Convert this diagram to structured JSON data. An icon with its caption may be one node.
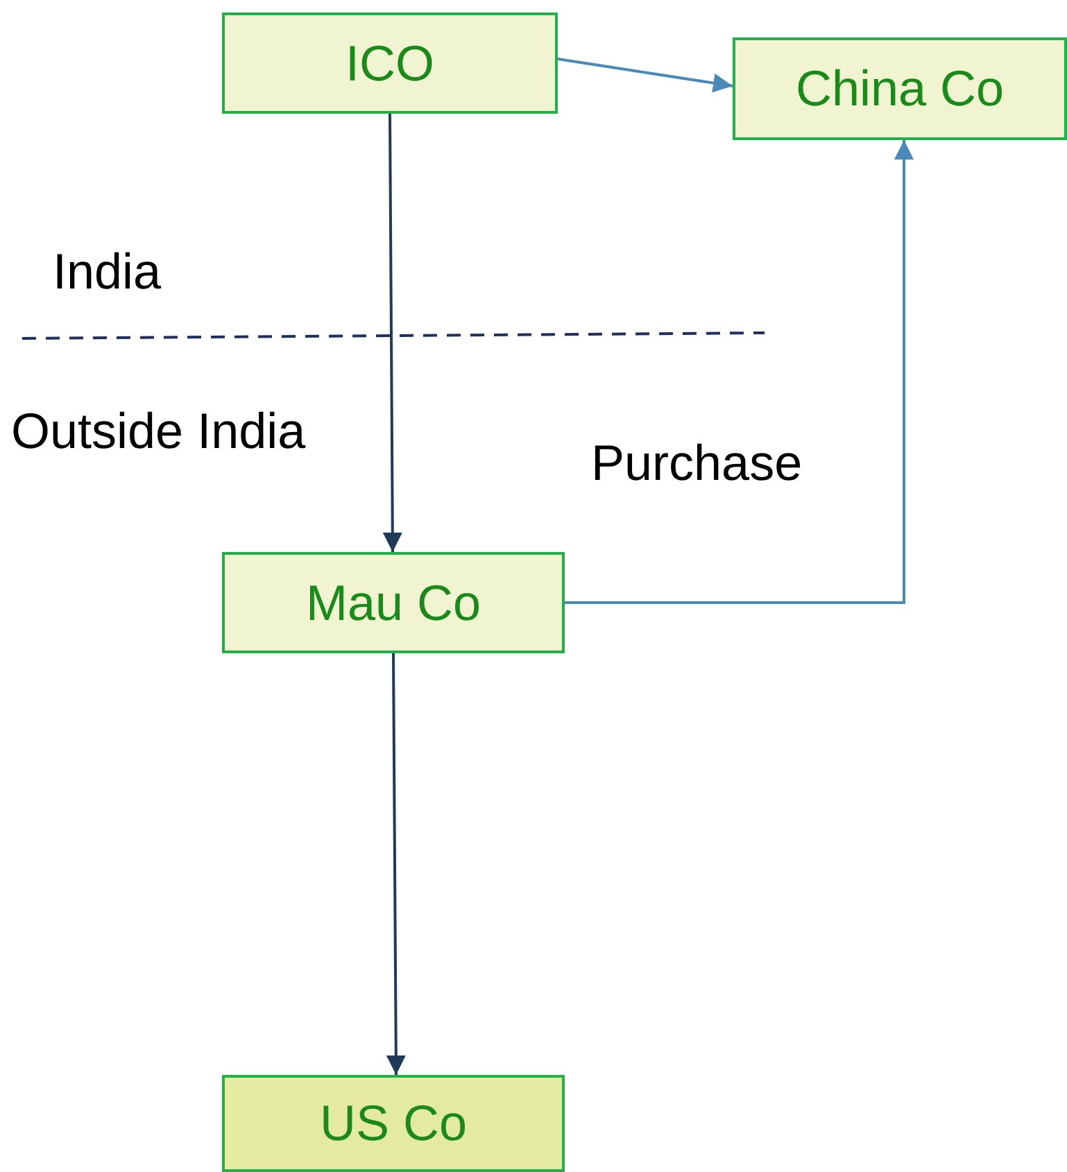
{
  "diagram": {
    "nodes": [
      {
        "text": [
          "ICO"
        ]
      },
      {
        "text": [
          "China Co"
        ]
      },
      {
        "text": [
          "Mau Co"
        ]
      },
      {
        "text": [
          "US Co"
        ]
      }
    ],
    "edges": [
      {
        "from": 0,
        "to": 1,
        "arrow": "to",
        "color": "#4a8ab8"
      },
      {
        "from": 0,
        "to": 2,
        "arrow": "to",
        "color": "#1f3b57"
      },
      {
        "from": 2,
        "to": 1,
        "arrow": "to",
        "color": "#4a8ab8"
      },
      {
        "from": 2,
        "to": 3,
        "arrow": "to",
        "color": "#1f3b57"
      }
    ],
    "labels": [
      "India",
      "Outside India",
      "Purchase"
    ]
  }
}
